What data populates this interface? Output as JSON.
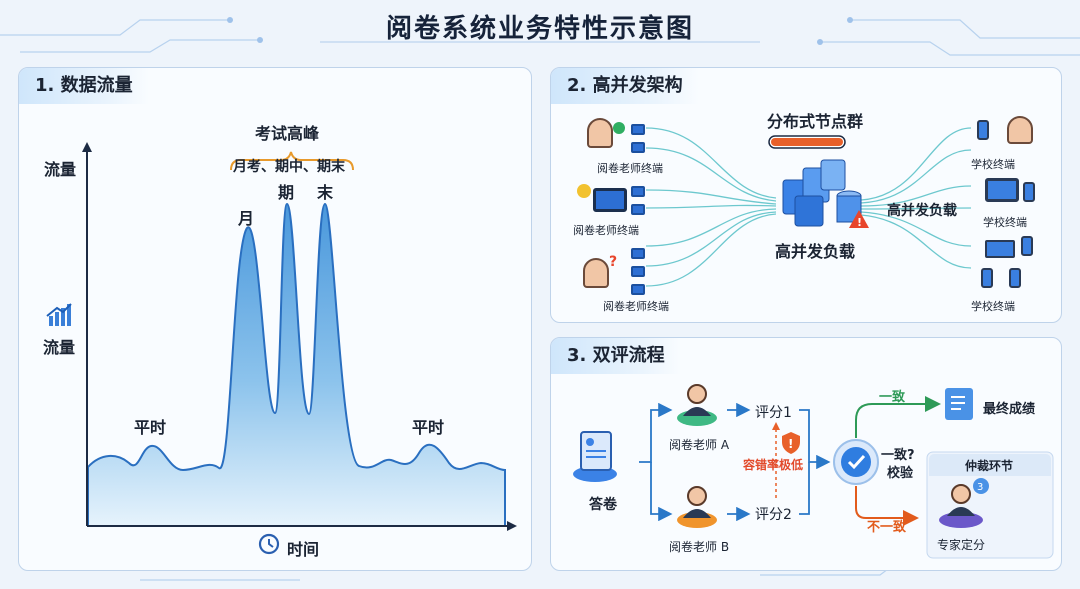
{
  "title": "阅卷系统业务特性示意图",
  "panel1": {
    "heading": "1. 数据流量",
    "y_axis_label": "流量",
    "y_axis_label2": "流量",
    "x_axis_label": "时间",
    "peak_group_label": "考试高峰",
    "peak_group_sub": "月考、期中、期末",
    "peak_labels": [
      "月",
      "期",
      "末"
    ],
    "normal_labels": [
      "平时",
      "平时"
    ]
  },
  "panel2": {
    "heading": "2. 高并发架构",
    "cluster_label": "分布式节点群",
    "center_label": "高并发负载",
    "right_label": "高并发负载",
    "left_terminals": [
      "阅卷老师终端",
      "阅卷老师终端",
      "阅卷老师终端"
    ],
    "right_terminals": [
      "学校终端",
      "学校终端",
      "学校终端"
    ],
    "colors": {
      "flow_lines": "#5ec3c9",
      "server": "#3b82e6",
      "warning": "#e8452c"
    }
  },
  "panel3": {
    "heading": "3. 双评流程",
    "paper_label": "答卷",
    "teacher_a": "阅卷老师 A",
    "teacher_b": "阅卷老师 B",
    "score1": "评分1",
    "score2": "评分2",
    "tolerance_label": "容错率极低",
    "check_label_1": "一致?",
    "check_label_2": "校验",
    "consistent_label": "一致",
    "final_label": "最终成绩",
    "inconsistent_label": "不一致",
    "arbitration_title": "仲裁环节",
    "expert_label": "专家定分",
    "expert_badge": "3",
    "colors": {
      "consistent": "#2e9a57",
      "inconsistent": "#e25b1c",
      "tolerance": "#e24a2b"
    }
  }
}
